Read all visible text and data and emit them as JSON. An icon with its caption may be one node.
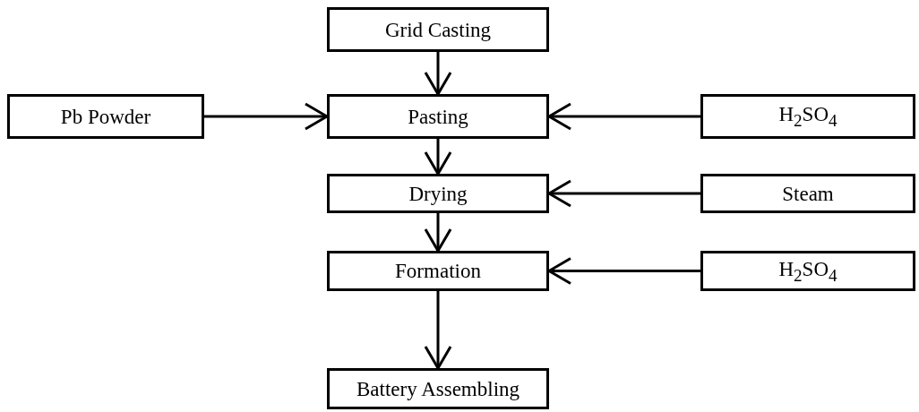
{
  "diagram": {
    "nodes": [
      {
        "text": [
          "Grid Casting"
        ]
      },
      {
        "text": [
          "Pb Powder"
        ]
      },
      {
        "text": [
          "Pasting"
        ]
      },
      {
        "text": [
          "H$_{2}$SO$_{4}$"
        ]
      },
      {
        "text": [
          "Drying"
        ]
      },
      {
        "text": [
          "Steam"
        ]
      },
      {
        "text": [
          "Formation"
        ]
      },
      {
        "text": [
          "H$_{2}$SO$_{4}$"
        ]
      },
      {
        "text": [
          "Battery Assembling"
        ]
      }
    ],
    "edges": [
      {
        "from": 0,
        "to": 2,
        "arrow": "to"
      },
      {
        "from": 1,
        "to": 2,
        "arrow": "to"
      },
      {
        "from": 3,
        "to": 2,
        "arrow": "to"
      },
      {
        "from": 2,
        "to": 4,
        "arrow": "to"
      },
      {
        "from": 5,
        "to": 4,
        "arrow": "to"
      },
      {
        "from": 4,
        "to": 6,
        "arrow": "to"
      },
      {
        "from": 7,
        "to": 6,
        "arrow": "to"
      },
      {
        "from": 6,
        "to": 8,
        "arrow": "to"
      }
    ]
  }
}
